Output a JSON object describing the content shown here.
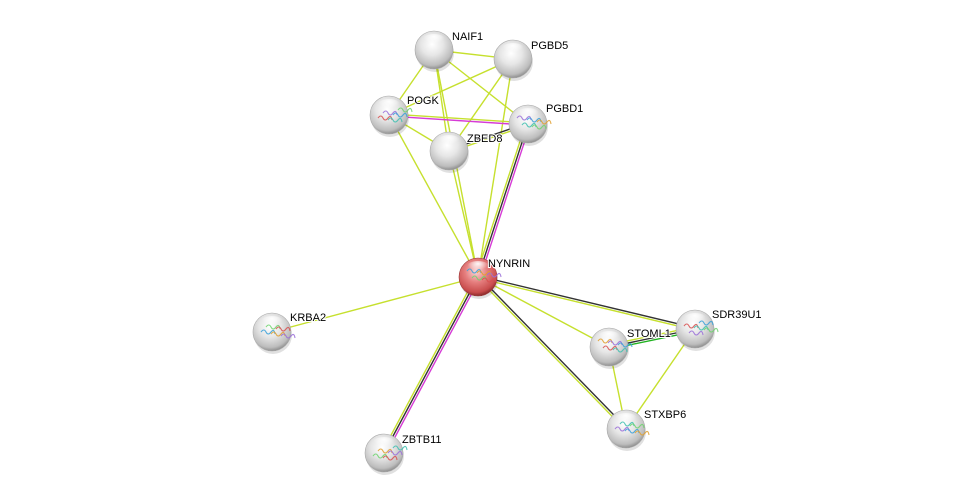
{
  "title": "STRING protein interaction network",
  "query_node": "NYNRIN",
  "colors": {
    "textmining": "#c6e02e",
    "coexpression": "#333333",
    "experiments": "#d63bd6",
    "neighborhood": "#21b321",
    "query_node": "#d45c5c",
    "node": "#dcdcdc"
  },
  "nodes": [
    {
      "id": "NYNRIN",
      "label": "NYNRIN",
      "query": true,
      "structure": true
    },
    {
      "id": "NAIF1",
      "label": "NAIF1",
      "query": false,
      "structure": false
    },
    {
      "id": "PGBD5",
      "label": "PGBD5",
      "query": false,
      "structure": false
    },
    {
      "id": "POGK",
      "label": "POGK",
      "query": false,
      "structure": true
    },
    {
      "id": "PGBD1",
      "label": "PGBD1",
      "query": false,
      "structure": true
    },
    {
      "id": "ZBED8",
      "label": "ZBED8",
      "query": false,
      "structure": false
    },
    {
      "id": "KRBA2",
      "label": "KRBA2",
      "query": false,
      "structure": true
    },
    {
      "id": "ZBTB11",
      "label": "ZBTB11",
      "query": false,
      "structure": true
    },
    {
      "id": "STOML1",
      "label": "STOML1",
      "query": false,
      "structure": true
    },
    {
      "id": "SDR39U1",
      "label": "SDR39U1",
      "query": false,
      "structure": true
    },
    {
      "id": "STXBP6",
      "label": "STXBP6",
      "query": false,
      "structure": true
    }
  ],
  "edges": [
    {
      "source": "NYNRIN",
      "target": "NAIF1",
      "evidence": [
        "textmining"
      ]
    },
    {
      "source": "NYNRIN",
      "target": "PGBD5",
      "evidence": [
        "textmining"
      ]
    },
    {
      "source": "NYNRIN",
      "target": "POGK",
      "evidence": [
        "textmining"
      ]
    },
    {
      "source": "NYNRIN",
      "target": "PGBD1",
      "evidence": [
        "textmining",
        "coexpression",
        "experiments"
      ]
    },
    {
      "source": "NYNRIN",
      "target": "ZBED8",
      "evidence": [
        "textmining"
      ]
    },
    {
      "source": "NYNRIN",
      "target": "KRBA2",
      "evidence": [
        "textmining"
      ]
    },
    {
      "source": "NYNRIN",
      "target": "ZBTB11",
      "evidence": [
        "experiments",
        "coexpression",
        "textmining"
      ]
    },
    {
      "source": "NYNRIN",
      "target": "STOML1",
      "evidence": [
        "textmining"
      ]
    },
    {
      "source": "NYNRIN",
      "target": "SDR39U1",
      "evidence": [
        "coexpression",
        "textmining"
      ]
    },
    {
      "source": "NYNRIN",
      "target": "STXBP6",
      "evidence": [
        "coexpression",
        "textmining"
      ]
    },
    {
      "source": "NAIF1",
      "target": "PGBD5",
      "evidence": [
        "textmining"
      ]
    },
    {
      "source": "NAIF1",
      "target": "POGK",
      "evidence": [
        "textmining"
      ]
    },
    {
      "source": "NAIF1",
      "target": "PGBD1",
      "evidence": [
        "textmining"
      ]
    },
    {
      "source": "NAIF1",
      "target": "ZBED8",
      "evidence": [
        "textmining"
      ]
    },
    {
      "source": "PGBD5",
      "target": "POGK",
      "evidence": [
        "textmining"
      ]
    },
    {
      "source": "PGBD5",
      "target": "ZBED8",
      "evidence": [
        "textmining"
      ]
    },
    {
      "source": "POGK",
      "target": "PGBD1",
      "evidence": [
        "textmining",
        "experiments"
      ]
    },
    {
      "source": "POGK",
      "target": "ZBED8",
      "evidence": [
        "textmining"
      ]
    },
    {
      "source": "PGBD1",
      "target": "ZBED8",
      "evidence": [
        "textmining",
        "coexpression"
      ]
    },
    {
      "source": "STOML1",
      "target": "SDR39U1",
      "evidence": [
        "textmining",
        "coexpression",
        "neighborhood"
      ]
    },
    {
      "source": "STOML1",
      "target": "STXBP6",
      "evidence": [
        "textmining"
      ]
    },
    {
      "source": "SDR39U1",
      "target": "STXBP6",
      "evidence": [
        "textmining"
      ]
    }
  ]
}
